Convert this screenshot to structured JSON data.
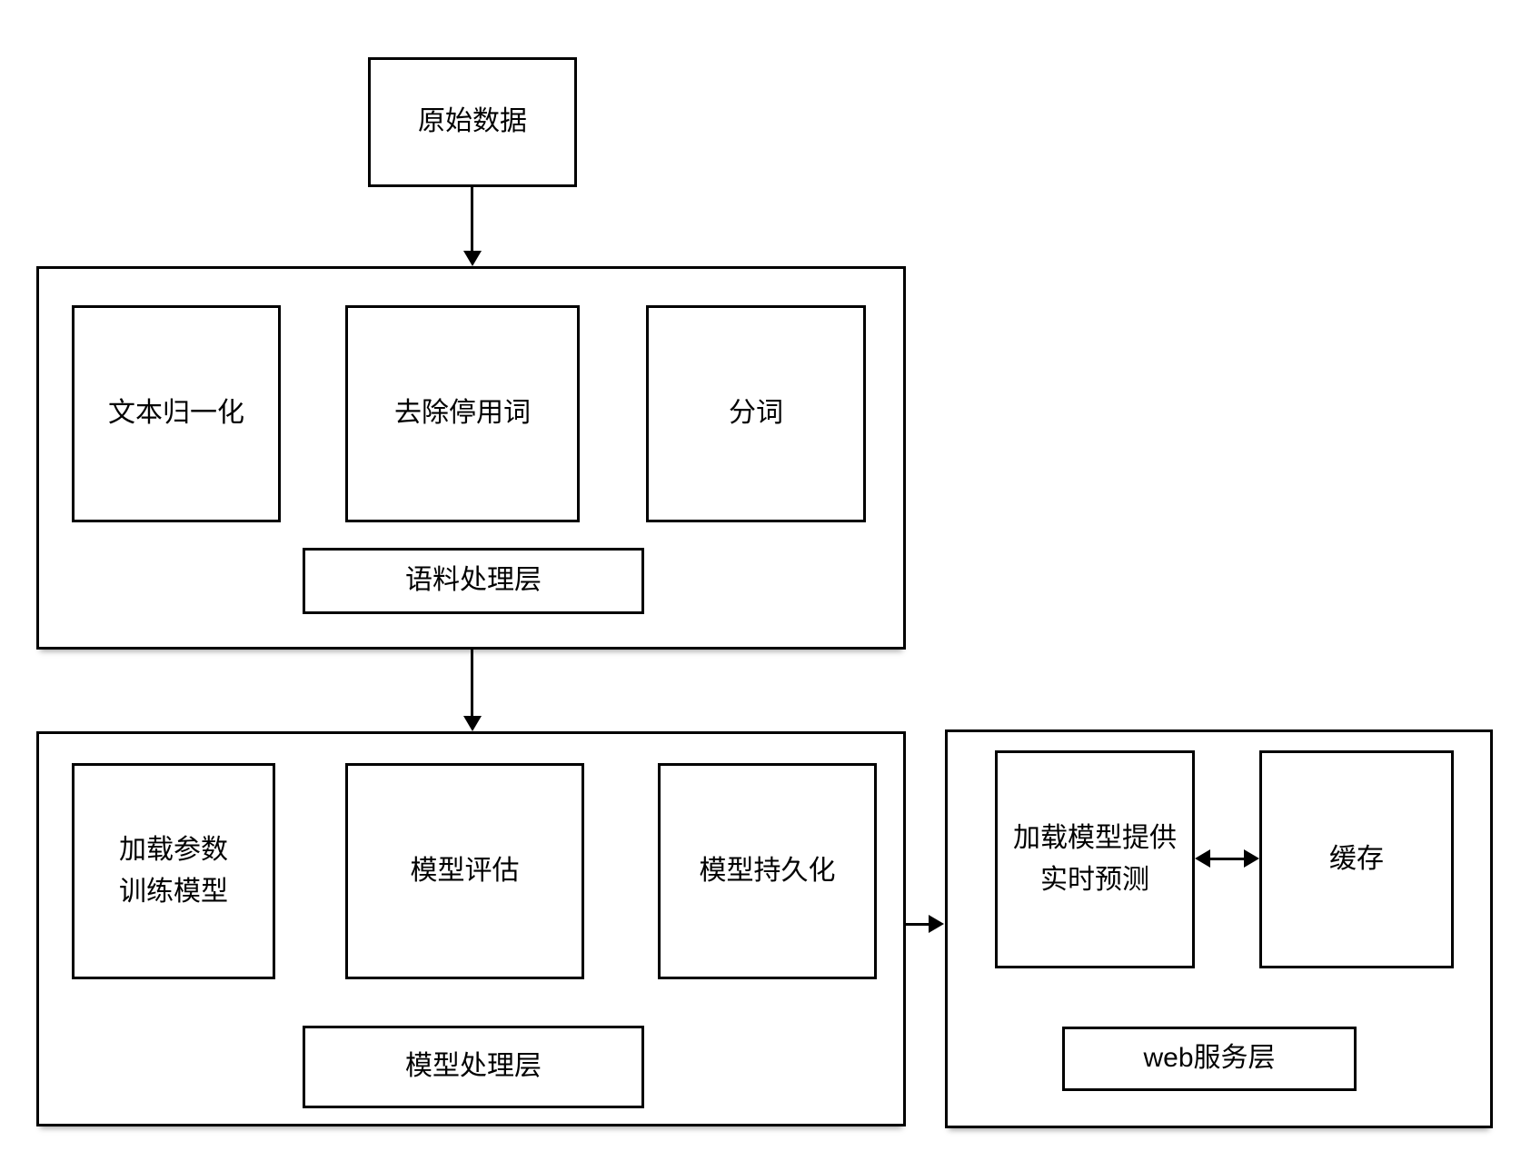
{
  "colors": {
    "background": "#ffffff",
    "line": "#000000",
    "text": "#000000"
  },
  "nodes": {
    "raw_data": {
      "label": "原始数据"
    },
    "corpus_layer": {
      "box_normalize": "文本归一化",
      "box_stopwords": "去除停用词",
      "box_segment": "分词",
      "layer_label": "语料处理层"
    },
    "model_layer": {
      "box_train_line1": "加载参数",
      "box_train_line2": "训练模型",
      "box_eval": "模型评估",
      "box_persist": "模型持久化",
      "layer_label": "模型处理层"
    },
    "web_layer": {
      "box_predict_line1": "加载模型提供",
      "box_predict_line2": "实时预测",
      "box_cache": "缓存",
      "layer_label": "web服务层"
    }
  },
  "connections": [
    {
      "from": "原始数据",
      "to": "语料处理层",
      "direction": "down"
    },
    {
      "from": "语料处理层",
      "to": "模型处理层",
      "direction": "down"
    },
    {
      "from": "模型处理层",
      "to": "web服务层",
      "direction": "right"
    },
    {
      "from": "加载模型提供实时预测",
      "to": "缓存",
      "direction": "bidirectional"
    }
  ]
}
